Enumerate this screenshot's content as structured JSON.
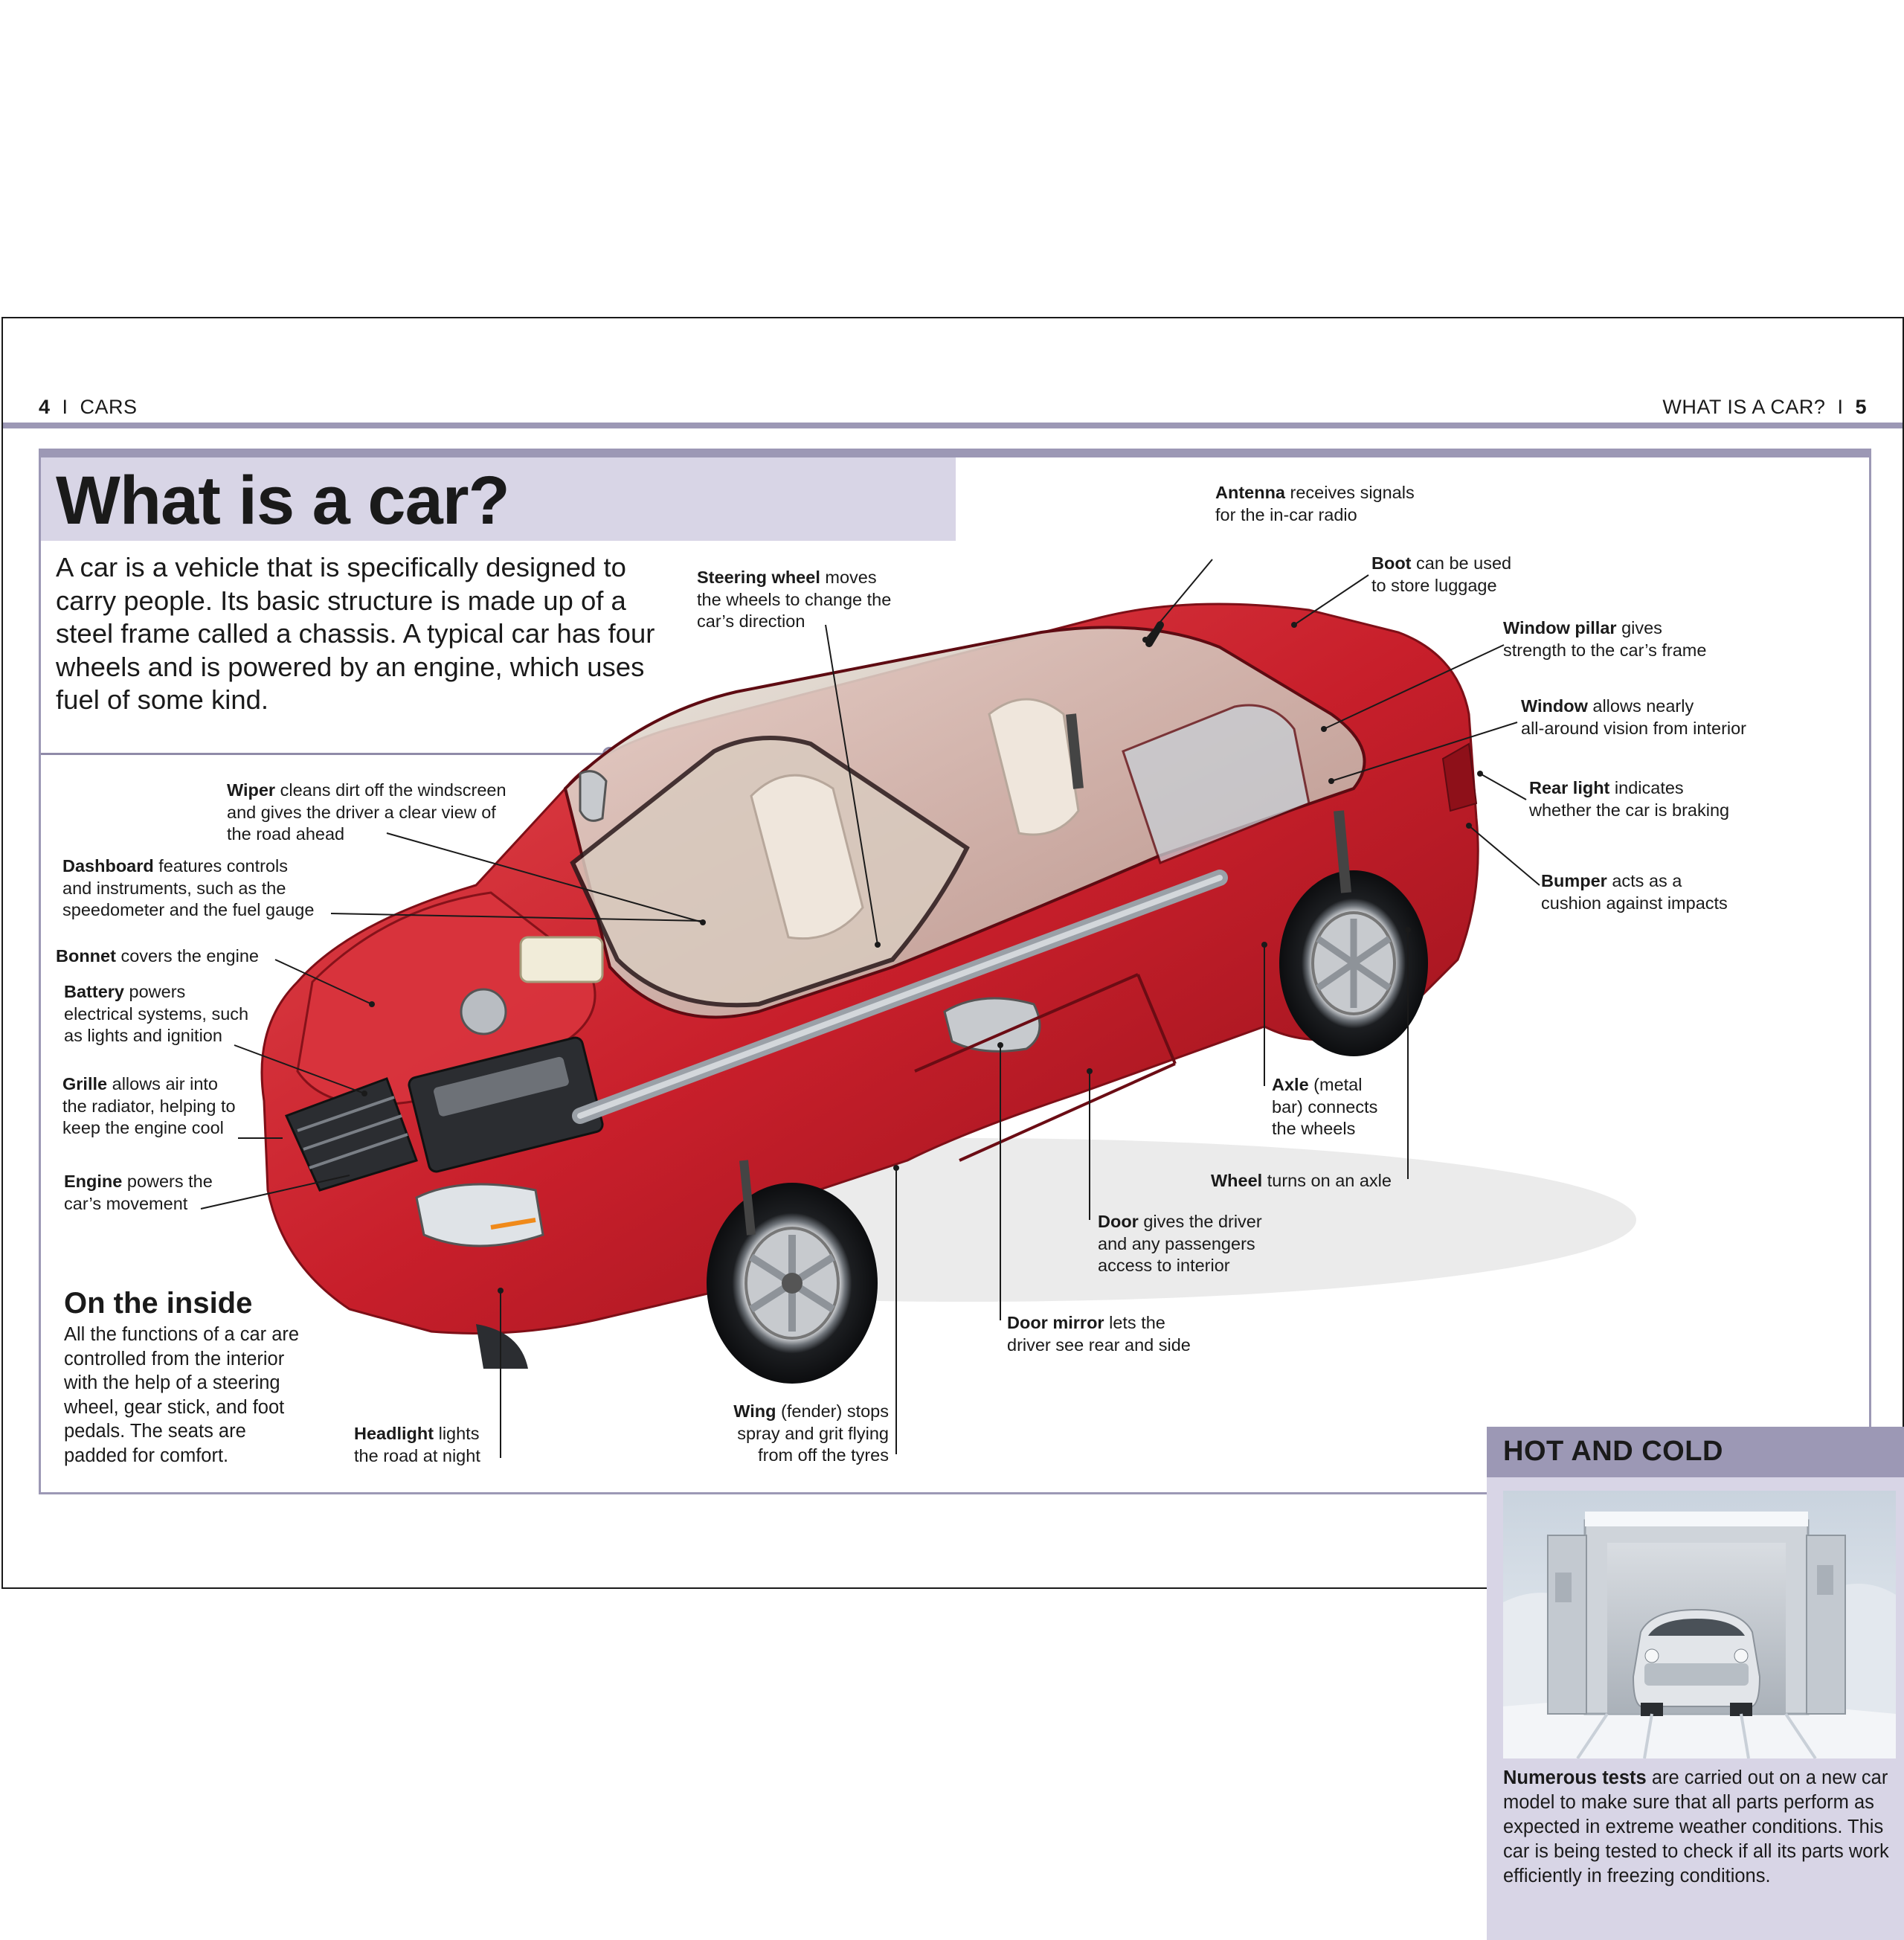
{
  "header": {
    "left_page_number": "4",
    "left_divider": "I",
    "left_section": "CARS",
    "right_title": "WHAT IS A CAR?",
    "right_divider": "I",
    "right_page_number": "5"
  },
  "title": "What is a car?",
  "intro": "A car is a vehicle that is specifically designed to carry people. Its basic structure is made up of a steel frame called a chassis. A typical car has four wheels and is powered by an engine, which uses fuel of some kind.",
  "callouts": {
    "antenna": {
      "term": "Antenna",
      "line1": " receives signals",
      "line2": "for the in-car radio"
    },
    "boot": {
      "term": "Boot",
      "line1": " can be used",
      "line2": "to store luggage"
    },
    "window_pillar": {
      "term": "Window pillar",
      "line1": " gives",
      "line2": "strength to the car’s frame"
    },
    "window": {
      "term": "Window",
      "line1": " allows nearly",
      "line2": "all-around vision from interior"
    },
    "rear_light": {
      "term": "Rear light",
      "line1": " indicates",
      "line2": "whether the car is braking"
    },
    "bumper": {
      "term": "Bumper",
      "line1": " acts as a",
      "line2": "cushion against impacts"
    },
    "steering_wheel": {
      "term": "Steering wheel",
      "line1": " moves",
      "line2": "the wheels to change the",
      "line3": "car’s direction"
    },
    "wiper": {
      "term": "Wiper",
      "line1": " cleans dirt off the windscreen",
      "line2": "and gives the driver a clear view of",
      "line3": "the road ahead"
    },
    "dashboard": {
      "term": "Dashboard",
      "line1": " features controls",
      "line2": "and instruments, such as the",
      "line3": "speedometer and the fuel gauge"
    },
    "bonnet": {
      "term": "Bonnet",
      "line1": " covers the engine"
    },
    "battery": {
      "term": "Battery",
      "line1": " powers",
      "line2": "electrical systems, such",
      "line3": "as lights and ignition"
    },
    "grille": {
      "term": "Grille",
      "line1": " allows air into",
      "line2": "the radiator, helping to",
      "line3": "keep the engine cool"
    },
    "engine": {
      "term": "Engine",
      "line1": " powers the",
      "line2": "car’s movement"
    },
    "axle": {
      "term": "Axle",
      "line1": " (metal",
      "line2": "bar) connects",
      "line3": "the wheels"
    },
    "wheel": {
      "term": "Wheel",
      "line1": " turns on an axle"
    },
    "door": {
      "term": "Door",
      "line1": " gives the driver",
      "line2": "and any passengers",
      "line3": "access to interior"
    },
    "door_mirror": {
      "term": "Door mirror",
      "line1": " lets the",
      "line2": "driver see rear and side"
    },
    "wing": {
      "term": "Wing",
      "line1": " (fender) stops",
      "line2": "spray and grit flying",
      "line3": "from off the tyres"
    },
    "headlight": {
      "term": "Headlight",
      "line1": " lights",
      "line2": "the road at night"
    }
  },
  "inside": {
    "heading": "On the inside",
    "text": "All the functions of a car are controlled from the interior with the help of a steering wheel, gear stick, and foot pedals. The seats are padded for comfort."
  },
  "sidebar": {
    "heading": "HOT AND COLD",
    "term": "Numerous tests",
    "text": " are carried out on a new car model to make sure that all parts perform as expected in extreme weather conditions. This car is being tested to check if all its parts work efficiently in freezing conditions."
  },
  "colors": {
    "accent_lilac": "#9c98b5",
    "band_lilac": "#d8d5e6",
    "car_red": "#c8202b"
  }
}
